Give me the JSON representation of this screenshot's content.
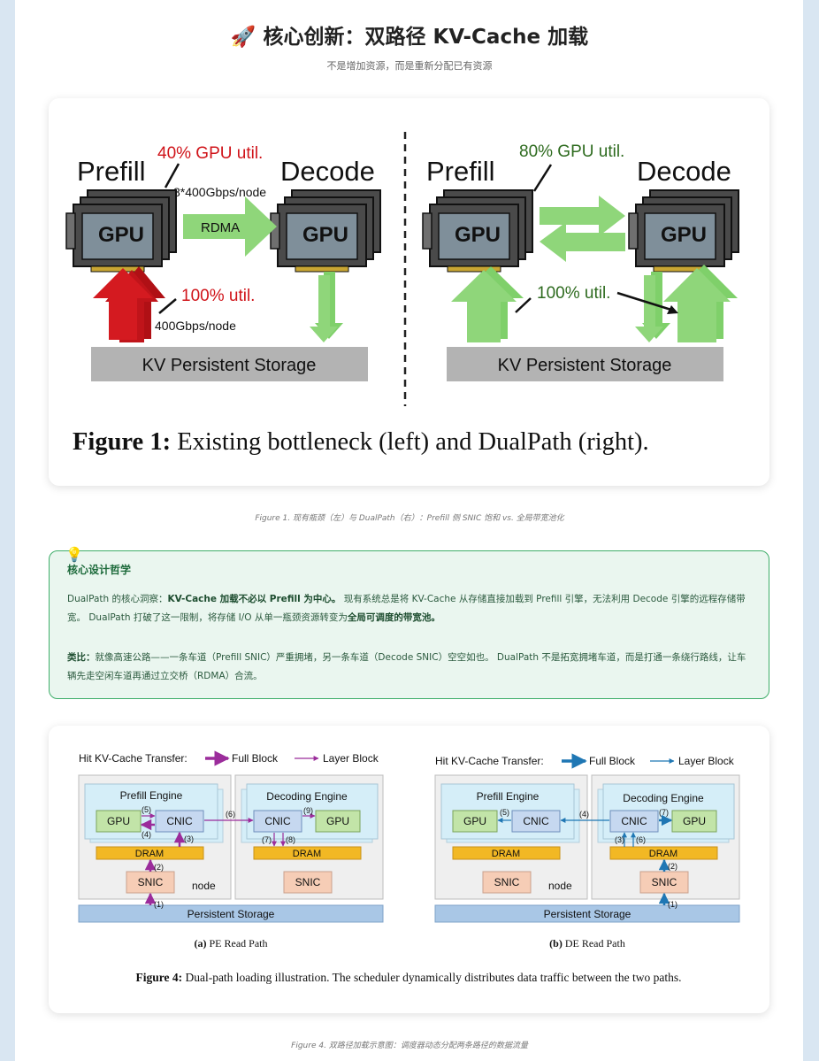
{
  "header": {
    "icon": "rocket-icon",
    "title": "🚀 核心创新：双路径 KV-Cache 加载",
    "subtitle": "不是增加资源，而是重新分配已有资源"
  },
  "figure1": {
    "left": {
      "prefill": "Prefill",
      "decode": "Decode",
      "gpu_util": "40% GPU util.",
      "bandwidth": "8*400Gbps/node",
      "rdma": "RDMA",
      "storage_util": "100% util.",
      "storage_bw": "400Gbps/node",
      "storage": "KV Persistent Storage"
    },
    "right": {
      "prefill": "Prefill",
      "decode": "Decode",
      "gpu_util": "80% GPU util.",
      "storage_util": "100% util.",
      "storage": "KV Persistent Storage"
    },
    "gpu_label": "GPU",
    "caption_bold": "Figure 1:",
    "caption_text": " Existing bottleneck (left) and DualPath (right).",
    "below_caption": "Figure 1. 现有瓶颈（左）与 DualPath（右）：Prefill 侧 SNIC 饱和 vs. 全局带宽池化",
    "colors": {
      "red": "#c0141a",
      "green": "#8fd67a",
      "gray": "#b3b3b3",
      "dark_green": "#2e6b1f"
    }
  },
  "philosophy": {
    "icon": "lightbulb-icon",
    "heading": "核心设计哲学",
    "p1_a": "DualPath 的核心洞察：",
    "p1_b": "KV-Cache 加载不必以 Prefill 为中心。",
    "p1_c": " 现有系统总是将 KV-Cache 从存储直接加载到 Prefill 引擎，无法利用 Decode 引擎的远程存储带宽。 DualPath 打破了这一限制，将存储 I/O 从单一瓶颈资源转变为",
    "p1_d": "全局可调度的带宽池。",
    "p2_a": "类比：",
    "p2_b": "就像高速公路——一条车道（Prefill SNIC）严重拥堵，另一条车道（Decode SNIC）空空如也。 DualPath 不是拓宽拥堵车道，而是打通一条绕行路线，让车辆先走空闲车道再通过立交桥（RDMA）合流。"
  },
  "figure4": {
    "legend_title": "Hit KV-Cache Transfer:",
    "full_block": "Full Block",
    "layer_block": "Layer Block",
    "prefill_engine": "Prefill Engine",
    "decoding_engine": "Decoding Engine",
    "gpu": "GPU",
    "cnic": "CNIC",
    "dram": "DRAM",
    "snic": "SNIC",
    "node": "node",
    "storage": "Persistent Storage",
    "steps": [
      "(1)",
      "(2)",
      "(3)",
      "(4)",
      "(5)",
      "(6)",
      "(7)",
      "(8)",
      "(9)"
    ],
    "sub_a_bold": "(a)",
    "sub_a": " PE Read Path",
    "sub_b_bold": "(b)",
    "sub_b": " DE Read Path",
    "caption_bold": "Figure 4:",
    "caption_text": " Dual-path loading illustration. The scheduler dynamically distributes data traffic between the two paths.",
    "below_caption": "Figure 4. 双路径加载示意图：调度器动态分配两条路径的数据流量",
    "colors": {
      "purple": "#9b2c9b",
      "blue": "#1f77b4"
    }
  }
}
